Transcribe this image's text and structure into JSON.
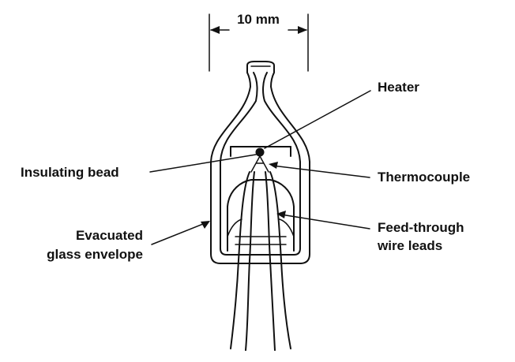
{
  "dimension": {
    "label": "10 mm"
  },
  "labels": {
    "heater": "Heater",
    "insulating_bead": "Insulating bead",
    "thermocouple": "Thermocouple",
    "feed_through_line1": "Feed-through",
    "feed_through_line2": "wire leads",
    "envelope_line1": "Evacuated",
    "envelope_line2": "glass envelope"
  },
  "colors": {
    "ink": "#111111",
    "background": "#ffffff"
  }
}
